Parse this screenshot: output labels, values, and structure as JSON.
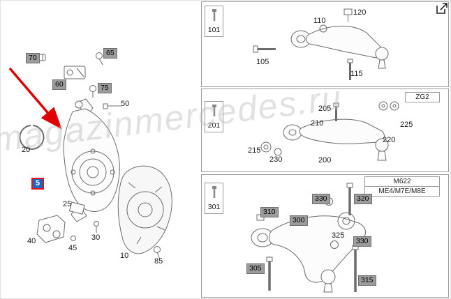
{
  "watermark": {
    "text": "magazinmercedes.ru"
  },
  "colors": {
    "arrow": "#e10000",
    "selected_fill": "#1668c9",
    "selected_border": "#e81212",
    "shaded_label": "#9c9c9c"
  },
  "left": {
    "selected_part": "5",
    "labels": [
      {
        "text": "70",
        "style": "shaded"
      },
      {
        "text": "65",
        "style": "shaded"
      },
      {
        "text": "60",
        "style": "shaded"
      },
      {
        "text": "75",
        "style": "shaded"
      },
      {
        "text": "50",
        "style": "plain"
      },
      {
        "text": "20",
        "style": "plain"
      },
      {
        "text": "5",
        "style": "selected"
      },
      {
        "text": "25",
        "style": "plain"
      },
      {
        "text": "40",
        "style": "plain"
      },
      {
        "text": "45",
        "style": "plain"
      },
      {
        "text": "30",
        "style": "plain"
      },
      {
        "text": "10",
        "style": "plain"
      },
      {
        "text": "85",
        "style": "plain"
      }
    ]
  },
  "panels": [
    {
      "ref": "101",
      "tags": [],
      "labels": [
        {
          "text": "105",
          "style": "plain"
        },
        {
          "text": "110",
          "style": "plain"
        },
        {
          "text": "120",
          "style": "plain"
        },
        {
          "text": "115",
          "style": "plain"
        }
      ]
    },
    {
      "ref": "201",
      "tags": [
        "ZG2"
      ],
      "labels": [
        {
          "text": "205",
          "style": "plain"
        },
        {
          "text": "210",
          "style": "plain"
        },
        {
          "text": "225",
          "style": "plain"
        },
        {
          "text": "215",
          "style": "plain"
        },
        {
          "text": "230",
          "style": "plain"
        },
        {
          "text": "200",
          "style": "plain"
        },
        {
          "text": "220",
          "style": "plain"
        }
      ]
    },
    {
      "ref": "301",
      "tags": [
        "M622",
        "ME4/M7E/M8E"
      ],
      "labels": [
        {
          "text": "310",
          "style": "shaded"
        },
        {
          "text": "300",
          "style": "shaded"
        },
        {
          "text": "330",
          "style": "shaded"
        },
        {
          "text": "320",
          "style": "shaded"
        },
        {
          "text": "325",
          "style": "plain"
        },
        {
          "text": "330",
          "style": "shaded"
        },
        {
          "text": "305",
          "style": "shaded"
        },
        {
          "text": "315",
          "style": "shaded"
        }
      ]
    }
  ]
}
